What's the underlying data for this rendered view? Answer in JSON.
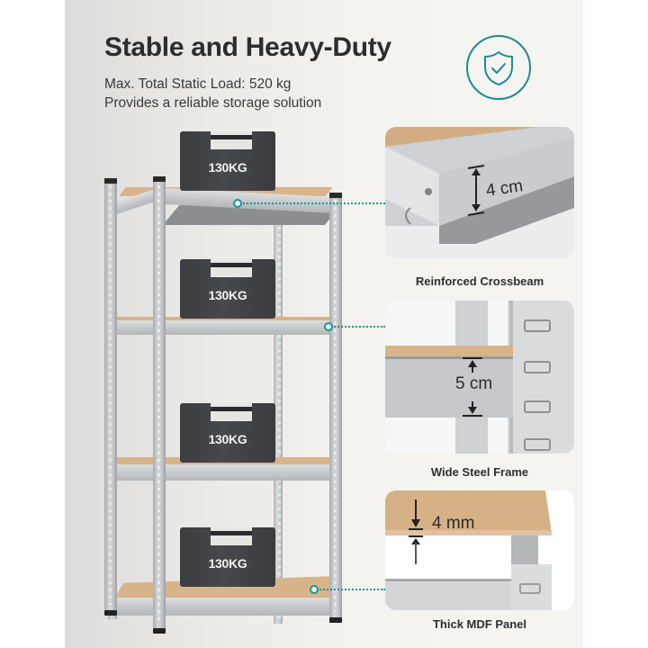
{
  "header": {
    "title": "Stable and Heavy-Duty",
    "subtitle_lines": [
      "Max. Total Static Load: 520 kg",
      "Provides a reliable storage solution"
    ],
    "badge_icon": "shield-check-icon"
  },
  "colors": {
    "accent": "#1d8c8c",
    "mdf": "#d8b48a",
    "steel": "#c3c5c8",
    "weight": "#404246",
    "text": "#2d2d2d"
  },
  "shelving": {
    "tiers": 4,
    "weights": [
      {
        "label": "130KG"
      },
      {
        "label": "130KG"
      },
      {
        "label": "130KG"
      },
      {
        "label": "130KG"
      }
    ]
  },
  "details": [
    {
      "caption": "Reinforced Crossbeam",
      "measurement": "4 cm"
    },
    {
      "caption": "Wide Steel Frame",
      "measurement": "5 cm"
    },
    {
      "caption": "Thick MDF Panel",
      "measurement": "4 mm"
    }
  ]
}
